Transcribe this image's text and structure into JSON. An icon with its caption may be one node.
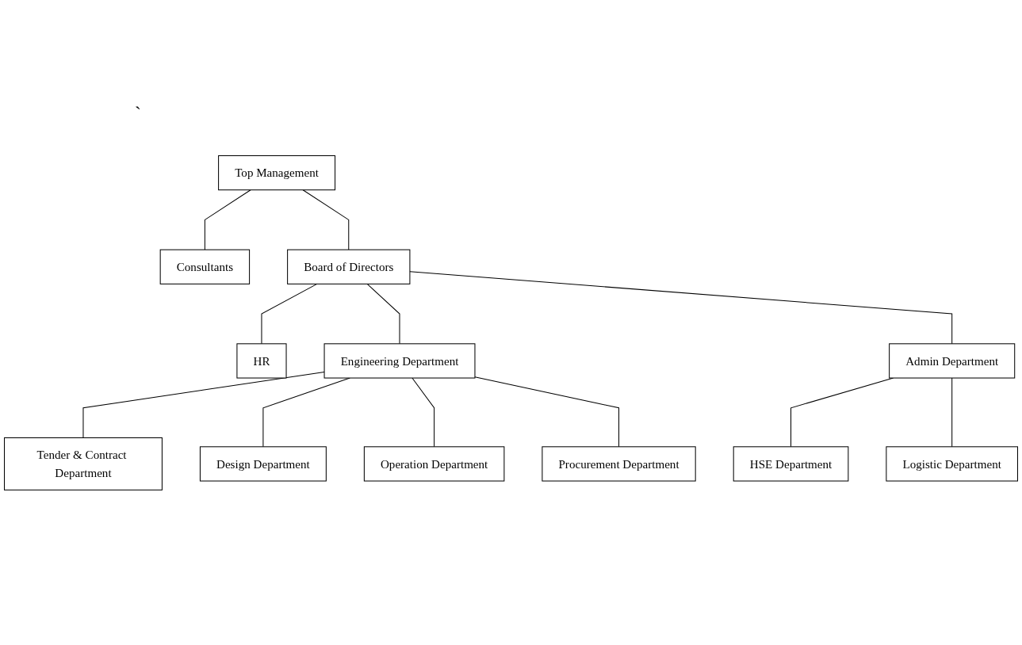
{
  "diagram": {
    "nodes": [
      {
        "text": [
          "Top Management"
        ]
      },
      {
        "text": [
          "Consultants"
        ]
      },
      {
        "text": [
          "Board of Directors"
        ]
      },
      {
        "text": [
          "HR"
        ]
      },
      {
        "text": [
          "Engineering Department"
        ]
      },
      {
        "text": [
          "Admin Department"
        ]
      },
      {
        "text": [
          "HSE Department"
        ]
      },
      {
        "text": [
          "Logistic Department"
        ]
      },
      {
        "text": [
          "Tender & Contract Department"
        ]
      },
      {
        "text": [
          "Design Department"
        ]
      },
      {
        "text": [
          "Operation Department"
        ]
      },
      {
        "text": [
          "Procurement Department"
        ]
      }
    ],
    "edges": [
      {
        "from": 0,
        "to": 2,
        "arrow": "none"
      },
      {
        "from": 0,
        "to": 1,
        "arrow": "none"
      },
      {
        "from": 2,
        "to": 3,
        "arrow": "none"
      },
      {
        "from": 2,
        "to": 4,
        "arrow": "none"
      },
      {
        "from": 2,
        "to": 5,
        "arrow": "none"
      },
      {
        "from": 5,
        "to": 6,
        "arrow": "none"
      },
      {
        "from": 5,
        "to": 7,
        "arrow": "none"
      },
      {
        "from": 4,
        "to": 8,
        "arrow": "none"
      },
      {
        "from": 4,
        "to": 9,
        "arrow": "none"
      },
      {
        "from": 4,
        "to": 10,
        "arrow": "none"
      },
      {
        "from": 4,
        "to": 11,
        "arrow": "none"
      }
    ],
    "labels": [
      "`"
    ]
  }
}
